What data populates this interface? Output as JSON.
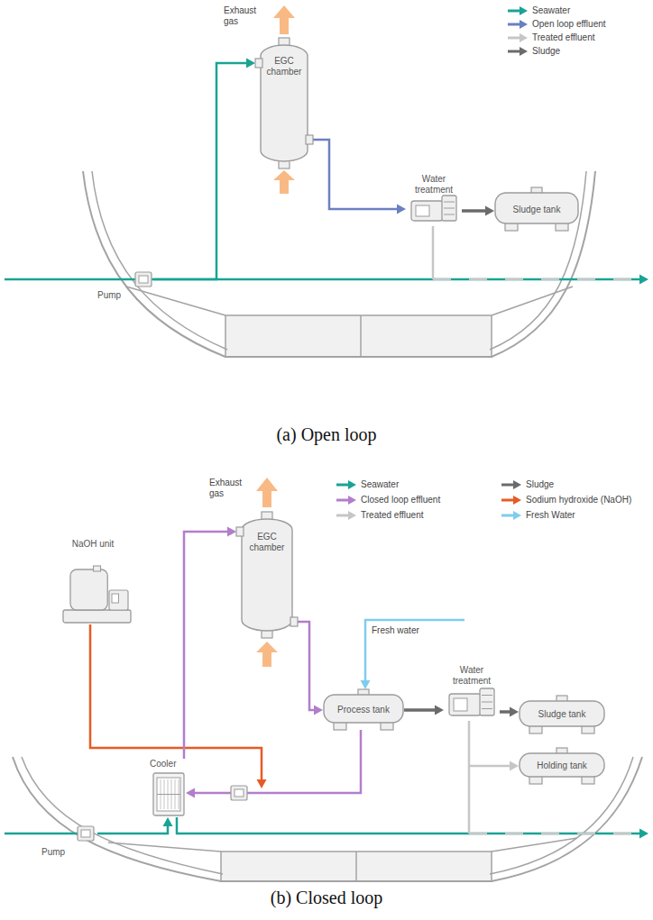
{
  "diagram": {
    "nodes": [
      {
        "text": [
          "EGC chamber"
        ]
      },
      {
        "text": [
          "Water treatment"
        ]
      },
      {
        "text": [
          "Sludge tank"
        ]
      },
      {
        "text": [
          "Pump"
        ]
      },
      {
        "text": [
          "NaOH unit"
        ]
      },
      {
        "text": [
          "EGC chamber"
        ]
      },
      {
        "text": [
          "Process tank"
        ]
      },
      {
        "text": [
          "Water treatment"
        ]
      },
      {
        "text": [
          "Sludge tank"
        ]
      },
      {
        "text": [
          "Holding tank"
        ]
      },
      {
        "text": [
          "Cooler"
        ]
      },
      {
        "text": [
          "Pump"
        ]
      }
    ],
    "edges": [
      {
        "from": 3,
        "to": 0,
        "arrow": "to"
      },
      {
        "from": 0,
        "to": 1,
        "arrow": "to"
      },
      {
        "from": 1,
        "to": 2,
        "arrow": "to"
      },
      {
        "from": 10,
        "to": 5,
        "arrow": "to"
      },
      {
        "from": 5,
        "to": 6,
        "arrow": "to"
      },
      {
        "from": 6,
        "to": 7,
        "arrow": "to"
      },
      {
        "from": 7,
        "to": 8,
        "arrow": "to"
      },
      {
        "from": 7,
        "to": 9,
        "arrow": "to"
      },
      {
        "from": 6,
        "to": 10,
        "arrow": "to"
      },
      {
        "from": 11,
        "to": 10,
        "arrow": "to"
      }
    ],
    "labels": [
      "Exhaust gas",
      "Exhaust gas",
      "Fresh water",
      "(a) Open loop",
      "(b) Closed loop"
    ],
    "legend": [
      {
        "text": "Seawater",
        "color": "#1aa394"
      },
      {
        "text": "Open loop effluent",
        "color": "#6b80c2"
      },
      {
        "text": "Treated effluent",
        "color": "#c6c6c6"
      },
      {
        "text": "Sludge",
        "color": "#6b6b6b"
      },
      {
        "text": "Seawater",
        "color": "#1aa394"
      },
      {
        "text": "Closed loop effluent",
        "color": "#b27ecb"
      },
      {
        "text": "Treated effluent",
        "color": "#c6c6c6"
      },
      {
        "text": "Sludge",
        "color": "#6b6b6b"
      },
      {
        "text": "Sodium hydroxide (NaOH)",
        "color": "#e85a24"
      },
      {
        "text": "Fresh Water",
        "color": "#7fcdee"
      }
    ]
  }
}
